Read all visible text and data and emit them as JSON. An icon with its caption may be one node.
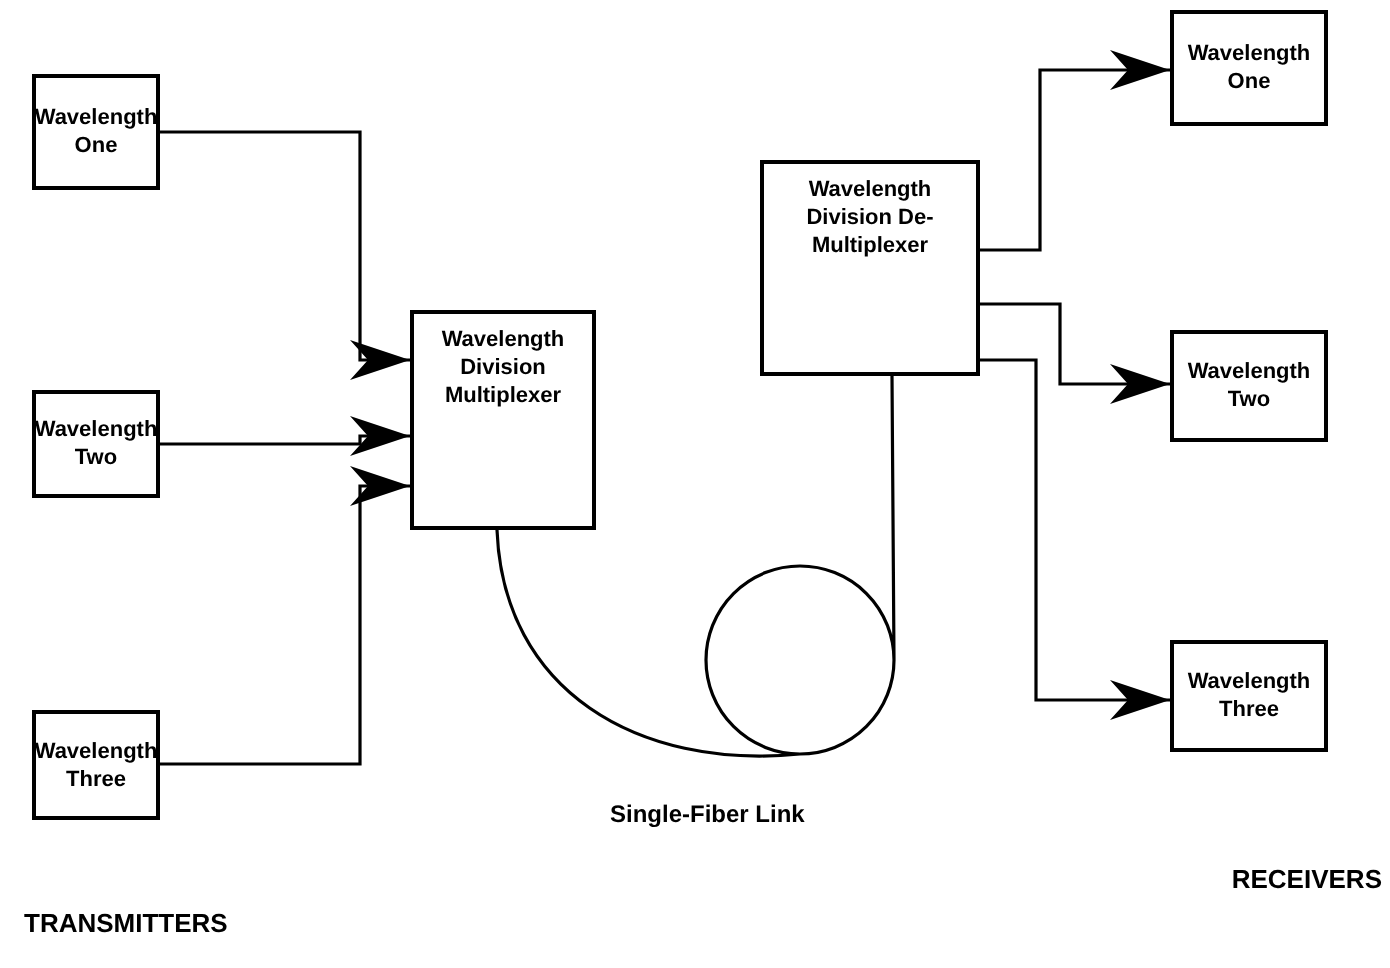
{
  "diagram": {
    "nodes": [
      {
        "text": [
          "Wavelength One"
        ]
      },
      {
        "text": [
          "Wavelength Two"
        ]
      },
      {
        "text": [
          "Wavelength Three"
        ]
      },
      {
        "text": [
          "Wavelength Division Multiplexer"
        ]
      },
      {
        "text": [
          "Wavelength Division De-Multiplexer"
        ]
      },
      {
        "text": [
          "Wavelength One"
        ]
      },
      {
        "text": [
          "Wavelength Two"
        ]
      },
      {
        "text": [
          "Wavelength Three"
        ]
      }
    ],
    "edges": [
      {
        "from": 0,
        "to": 3,
        "arrow": "to"
      },
      {
        "from": 1,
        "to": 3,
        "arrow": "to"
      },
      {
        "from": 2,
        "to": 3,
        "arrow": "to"
      },
      {
        "from": 3,
        "to": 4,
        "arrow": "none",
        "label": "Single-Fiber Link"
      },
      {
        "from": 4,
        "to": 5,
        "arrow": "to"
      },
      {
        "from": 4,
        "to": 6,
        "arrow": "to"
      },
      {
        "from": 4,
        "to": 7,
        "arrow": "to"
      }
    ],
    "labels": [
      "TRANSMITTERS",
      "RECEIVERS"
    ]
  }
}
